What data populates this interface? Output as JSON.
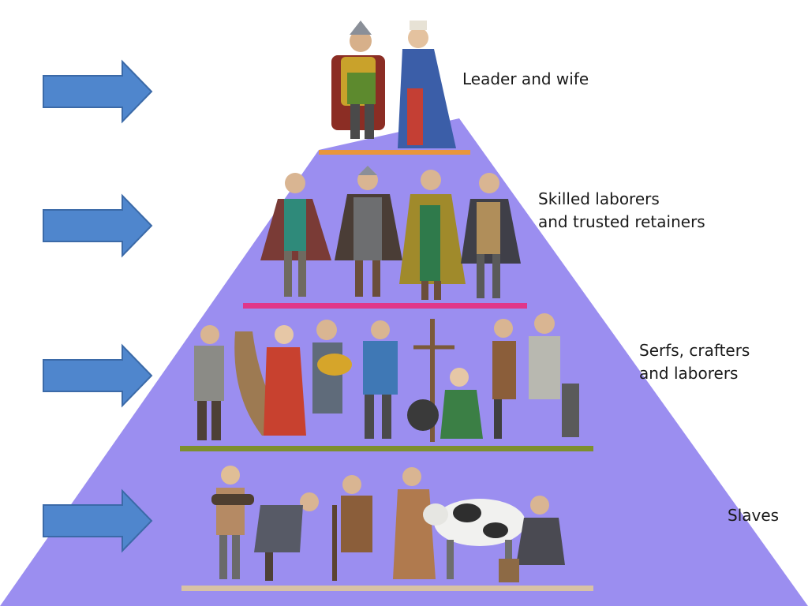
{
  "diagram": {
    "pyramid_color": "#9b8ef0",
    "arrow_color": "#4f86cd",
    "arrow_stroke": "#3b6aa8",
    "tiers": [
      {
        "label": "Leader and wife",
        "shelf_color": "#e8963c"
      },
      {
        "label": "Skilled laborers\nand trusted retainers",
        "shelf_color": "#e0378a"
      },
      {
        "label": "Serfs, crafters\nand laborers",
        "shelf_color": "#7d8f2d"
      },
      {
        "label": "Slaves",
        "shelf_color": "#d8c2a6"
      }
    ]
  }
}
